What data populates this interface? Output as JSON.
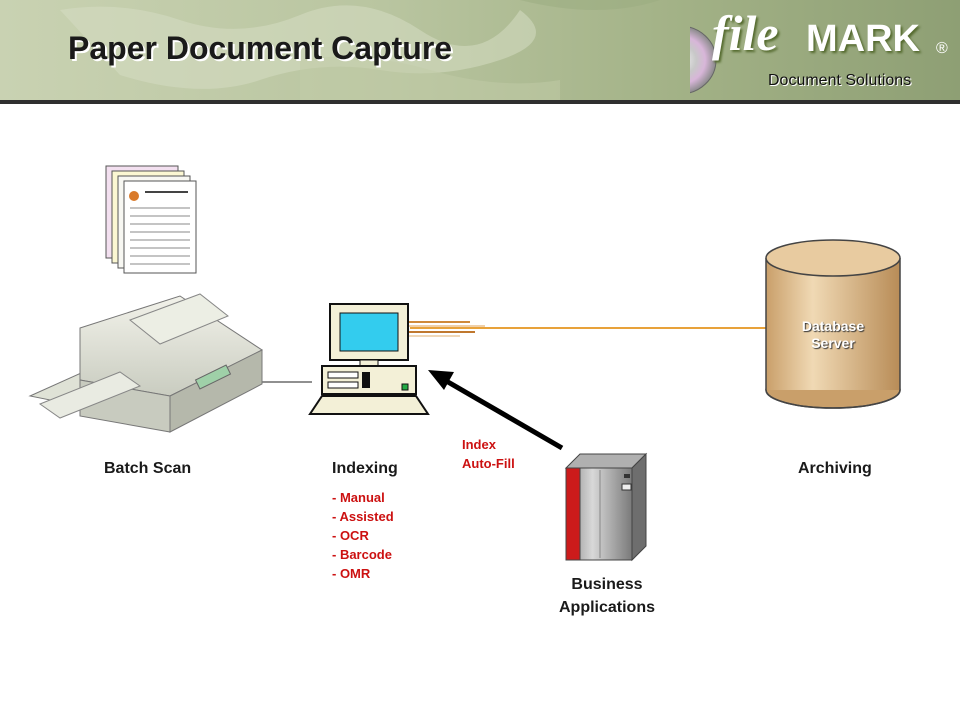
{
  "header": {
    "title": "Paper Document Capture",
    "logo_file": "file",
    "logo_mark": "MARK",
    "logo_reg": "®",
    "logo_sub": "Document Solutions"
  },
  "nodes": {
    "batch_scan": "Batch Scan",
    "indexing": "Indexing",
    "index_methods": [
      "- Manual",
      "- Assisted",
      "- OCR",
      "- Barcode",
      "- OMR"
    ],
    "archiving": "Archiving",
    "database_line1": "Database",
    "database_line2": "Server",
    "business_line1": "Business",
    "business_line2": "Applications",
    "index_autofill_line1": "Index",
    "index_autofill_line2": "Auto-Fill"
  },
  "colors": {
    "header_green": "#b3c09a",
    "connector_orange": "#e8a23a",
    "accent_red": "#cc1111",
    "cylinder_tan": "#d9b78a",
    "monitor_cyan": "#33ccee"
  },
  "icons": [
    "cd-disc-icon",
    "paper-forms-icon",
    "scanner-icon",
    "computer-icon",
    "database-cylinder-icon",
    "server-cabinet-icon"
  ]
}
